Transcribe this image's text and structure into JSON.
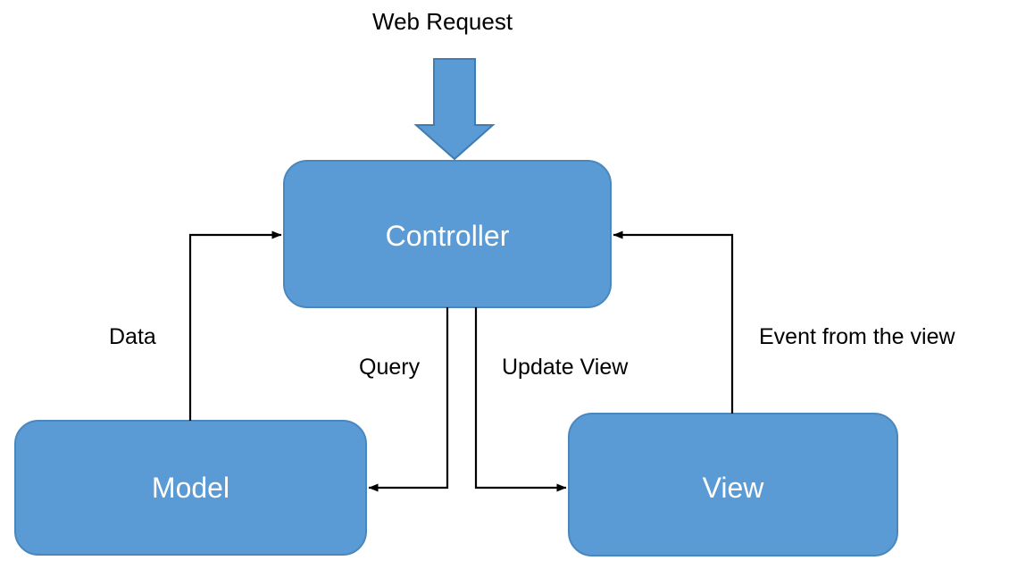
{
  "diagram": {
    "type": "mvc-flow-diagram",
    "background_color": "#FFFFFF",
    "node_fill_color": "#5B9BD5",
    "node_border_color": "#41719C",
    "node_text_color": "#FFFFFF",
    "connector_color": "#000000",
    "title": "Web Request",
    "nodes": [
      {
        "id": "controller",
        "label": "Controller"
      },
      {
        "id": "model",
        "label": "Model"
      },
      {
        "id": "view",
        "label": "View"
      }
    ],
    "entry_arrow": {
      "name": "web-request-arrow",
      "label": "Web Request",
      "direction": "down",
      "target": "controller"
    },
    "edges": [
      {
        "id": "data",
        "label": "Data",
        "from": "model",
        "to": "controller"
      },
      {
        "id": "query",
        "label": "Query",
        "from": "controller",
        "to": "model"
      },
      {
        "id": "update-view",
        "label": "Update View",
        "from": "controller",
        "to": "view"
      },
      {
        "id": "event",
        "label": "Event from the view",
        "from": "view",
        "to": "controller"
      }
    ]
  }
}
